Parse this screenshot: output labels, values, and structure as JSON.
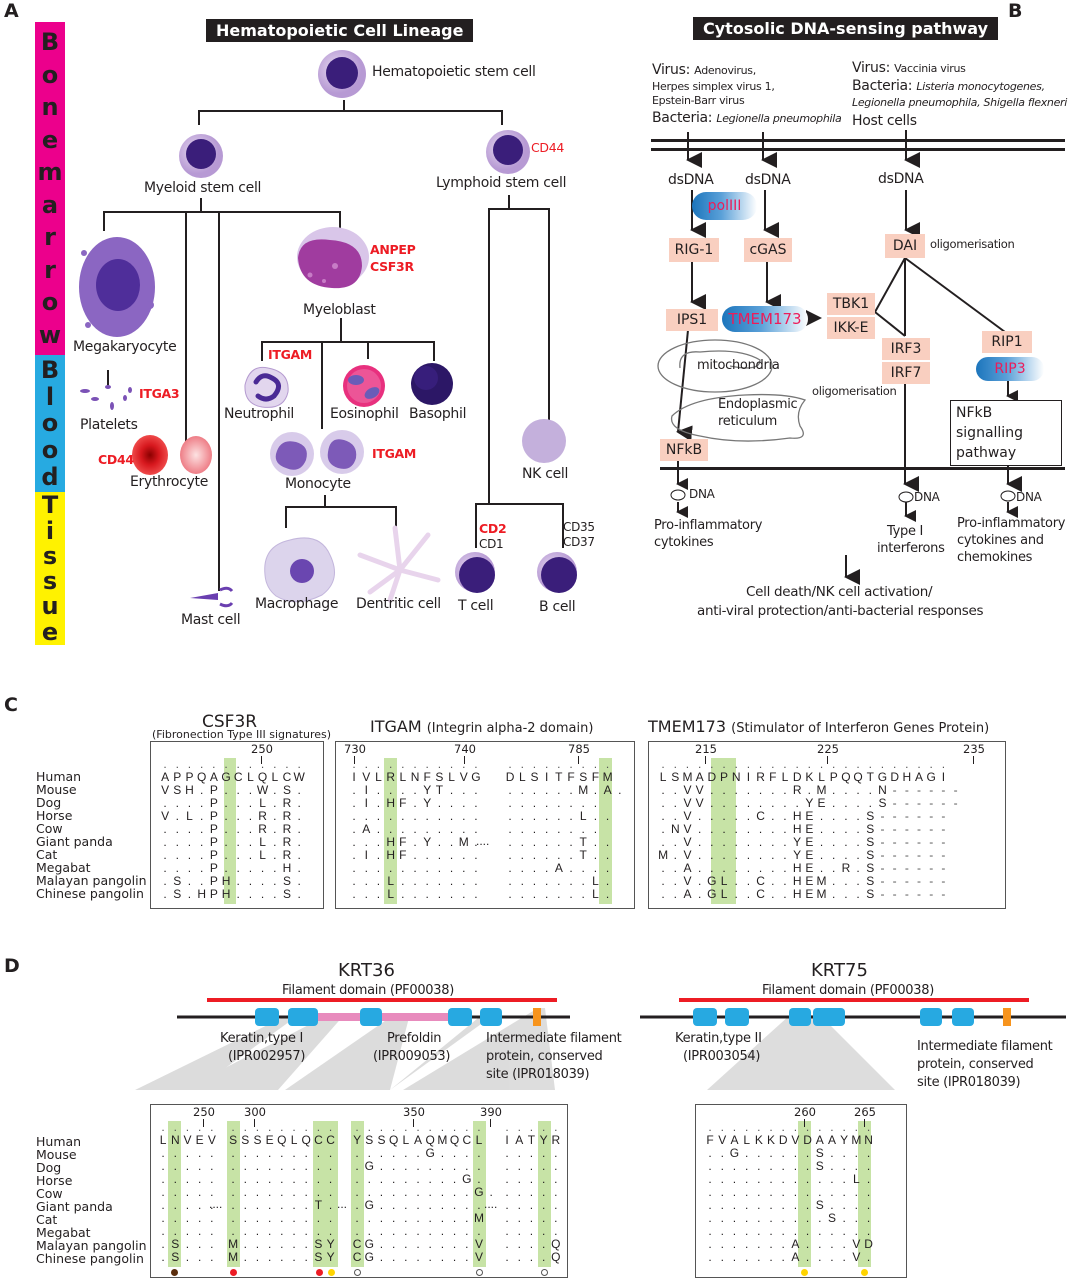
{
  "panels": {
    "A": {
      "letter": "A",
      "title": "Hematopoietic Cell Lineage",
      "sidebar": [
        {
          "label": "Bonemarrow",
          "color": "#ec008c"
        },
        {
          "label": "Blood",
          "color": "#27aae1"
        },
        {
          "label": "Tissue",
          "color": "#fff200"
        }
      ],
      "cells": {
        "hsc": "Hematopoietic stem cell",
        "myeloid": "Myeloid stem cell",
        "lymphoid": "Lymphoid stem cell",
        "megakaryocyte": "Megakaryocyte",
        "platelets": "Platelets",
        "erythrocyte": "Erythrocyte",
        "mast": "Mast cell",
        "myeloblast": "Myeloblast",
        "neutrophil": "Neutrophil",
        "eosinophil": "Eosinophil",
        "basophil": "Basophil",
        "monocyte": "Monocyte",
        "macrophage": "Macrophage",
        "dendritic": "Dentritic cell",
        "nk": "NK cell",
        "tcell": "T cell",
        "bcell": "B cell"
      },
      "markers": {
        "lymphoid": "CD44",
        "myeloblast_1": "ANPEP",
        "myeloblast_2": "CSF3R",
        "neutrophil": "ITGAM",
        "platelets": "ITGA3",
        "erythrocyte": "CD44",
        "monocyte": "ITGAM",
        "tcell_red": "CD2",
        "tcell_black": "CD1",
        "bcell_1": "CD35",
        "bcell_2": "CD37"
      },
      "colors": {
        "marker_red": "#ed1c24",
        "cell_nucleus": "#3f1f7f",
        "cell_membrane": "#c9b3dd"
      }
    },
    "B": {
      "letter": "B",
      "title": "Cytosolic DNA-sensing pathway",
      "sources_left": {
        "virus_label": "Virus:",
        "virus_text_1": "Adenovirus,",
        "virus_text_2": "Herpes simplex virus 1,",
        "virus_text_3": "Epstein-Barr virus",
        "bacteria_label": "Bacteria:",
        "bacteria_text": "Legionella pneumophila"
      },
      "sources_right": {
        "virus_label": "Virus:",
        "virus_text": "Vaccinia virus",
        "bacteria_label": "Bacteria:",
        "bacteria_text_1": "Listeria monocytogenes,",
        "bacteria_text_2": "Legionella pneumophila, Shigella flexneri",
        "host": "Host cells"
      },
      "nodes": {
        "dsdna": "dsDNA",
        "polIII": "polIII",
        "rig1": "RIG-1",
        "cgas": "cGAS",
        "dai": "DAI",
        "ips1": "IPS1",
        "tmem173": "TMEM173",
        "tbk1": "TBK1",
        "ikke": "IKK-E",
        "irf3": "IRF3",
        "irf7": "IRF7",
        "rip1": "RIP1",
        "rip3": "RIP3",
        "nfkb": "NFkB",
        "nfkb_pathway": "NFkB signalling pathway",
        "mitochondria": "mitochondria",
        "er_1": "Endoplasmic",
        "er_2": "reticulum",
        "oligomerisation": "oligomerisation",
        "dna": "DNA"
      },
      "outputs": {
        "left_1": "Pro-inflammatory",
        "left_2": "cytokines",
        "mid_1": "Type I",
        "mid_2": "interferons",
        "right_1": "Pro-inflammatory",
        "right_2": "cytokines and",
        "right_3": "chemokines",
        "final_1": "Cell death/NK cell activation/",
        "final_2": "anti-viral protection/anti-bacterial responses"
      },
      "colors": {
        "box": "#f9cfc0",
        "pill_text": "#ec1c5a",
        "pill_blue": "#1c75bc"
      }
    },
    "C": {
      "letter": "C",
      "species": [
        "Human",
        "Mouse",
        "Dog",
        "Horse",
        "Cow",
        "Giant panda",
        "Cat",
        "Megabat",
        "Malayan pangolin",
        "Chinese pangolin"
      ],
      "alignments": [
        {
          "gene": "CSF3R",
          "subtitle": "(Fibronection Type III signatures)",
          "ticks": [
            {
              "label": "250"
            }
          ],
          "segments": [
            [
              "APPQAGCLQLCW",
              "VSH.P...W.S.",
              "....P...L.R.",
              "V.L.P...R.R.",
              "....P...R.R.",
              "....P...L.R.",
              "....P...L.R.",
              "....P.....H.",
              ".S..PH....S.",
              ".S.HPH....S."
            ]
          ],
          "highlight_cols": [
            5
          ]
        },
        {
          "gene": "ITGAM",
          "subtitle": "(Integrin alpha-2 domain)",
          "ticks": [
            {
              "label": "730"
            },
            {
              "label": "740"
            },
            {
              "label": "785"
            }
          ],
          "segments": [
            [
              "IVLRLNFSLVG",
              ".I....YT...",
              ".I.HF.Y....",
              "...........",
              ".A.........",
              "...HF.Y..M.",
              ".I.HF......",
              "...........",
              "...L.......",
              "...L......."
            ],
            [
              "DLSITFSFM",
              "......M.A.",
              "........",
              "......L..",
              "........",
              "......T..",
              "......T..",
              "....A....",
              ".......L.",
              ".......L."
            ]
          ],
          "gap": "....",
          "highlight_cols": [
            3,
            18
          ]
        },
        {
          "gene": "TMEM173",
          "subtitle": "(Stimulator of Interferon Genes Protein)",
          "ticks": [
            {
              "label": "215"
            },
            {
              "label": "225"
            },
            {
              "label": "235"
            }
          ],
          "segments": [
            [
              "LSMADPNIRFLDKLPQQTGDHAGI",
              "..VV.......R.M....N------",
              "..VV........YE....S------",
              "..V.....C..HE....S------",
              ".NV........HE....S------",
              "..V........YE....S------",
              "M.V........YE....S------",
              "..A........HE..R.S------",
              "..V.GL..C..HEM...S------",
              "..A.GL..C..HEM...S------"
            ]
          ],
          "highlight_cols": [
            4,
            5
          ]
        }
      ]
    },
    "D": {
      "letter": "D",
      "genes": [
        {
          "name": "KRT36",
          "domain": "Filament domain (PF00038)",
          "annotations": [
            {
              "text_1": "Keratin,type I",
              "text_2": "(IPR002957)"
            },
            {
              "text_1": "Prefoldin",
              "text_2": "(IPR009053)"
            },
            {
              "text_1": "Intermediate filament",
              "text_2": "protein, conserved",
              "text_3": "site (IPR018039)"
            }
          ],
          "ticks": [
            "250",
            "300",
            "350",
            "390"
          ],
          "segments": [
            [
              "LNVEV",
              "SSSEQLQCC",
              "YSSQLAQMQCL",
              "IATYR"
            ],
            [
              ".....",
              ".........",
              "......G....",
              "....."
            ],
            [
              ".....",
              ".........",
              ".G.........",
              "....."
            ],
            [
              ".....",
              ".........",
              ".........G.",
              "....."
            ],
            [
              ".....",
              ".........",
              "..........G.",
              "....."
            ],
            [
              ".....",
              ".......T.",
              ".G.........",
              "....."
            ],
            [
              ".....",
              ".........",
              "..........M",
              "....."
            ],
            [
              ".....",
              ".........",
              "...........",
              "....."
            ],
            [
              ".S...",
              "M......SY",
              "CG........V",
              "....Q"
            ],
            [
              ".S...",
              "M......SY",
              "CG........V",
              "....Q"
            ]
          ],
          "markers": [
            {
              "type": "filled",
              "color": "#5a2d0c"
            },
            {
              "type": "filled",
              "color": "#ed1c24"
            },
            {
              "type": "filled",
              "color": "#ed1c24"
            },
            {
              "type": "filled",
              "color": "#ffd400"
            },
            {
              "type": "open",
              "color": "#555555"
            },
            {
              "type": "open",
              "color": "#555555"
            },
            {
              "type": "open",
              "color": "#555555"
            }
          ]
        },
        {
          "name": "KRT75",
          "domain": "Filament domain (PF00038)",
          "annotations": [
            {
              "text_1": "Keratin,type II",
              "text_2": "(IPR003054)"
            },
            {
              "text_1": "Intermediate filament",
              "text_2": "protein, conserved",
              "text_3": "site (IPR018039)"
            }
          ],
          "ticks": [
            "260",
            "265"
          ],
          "segments": [
            [
              "FVALKKDVDAAYMN",
              "..G......S....",
              ".........S....",
              "............L.",
              "..............",
              ".........S....",
              "..........S...",
              "..............",
              ".......A....VD",
              ".......A....V."
            ]
          ],
          "markers": [
            {
              "type": "filled",
              "color": "#ffd400"
            },
            {
              "type": "filled",
              "color": "#ffd400"
            }
          ]
        }
      ],
      "colors": {
        "domain_bar": "#ed1c24",
        "domain_block": "#27a9e1",
        "prefoldin": "#e88bbd",
        "conserved_site": "#f7941d",
        "highlight": "#c7e3a6"
      }
    }
  }
}
